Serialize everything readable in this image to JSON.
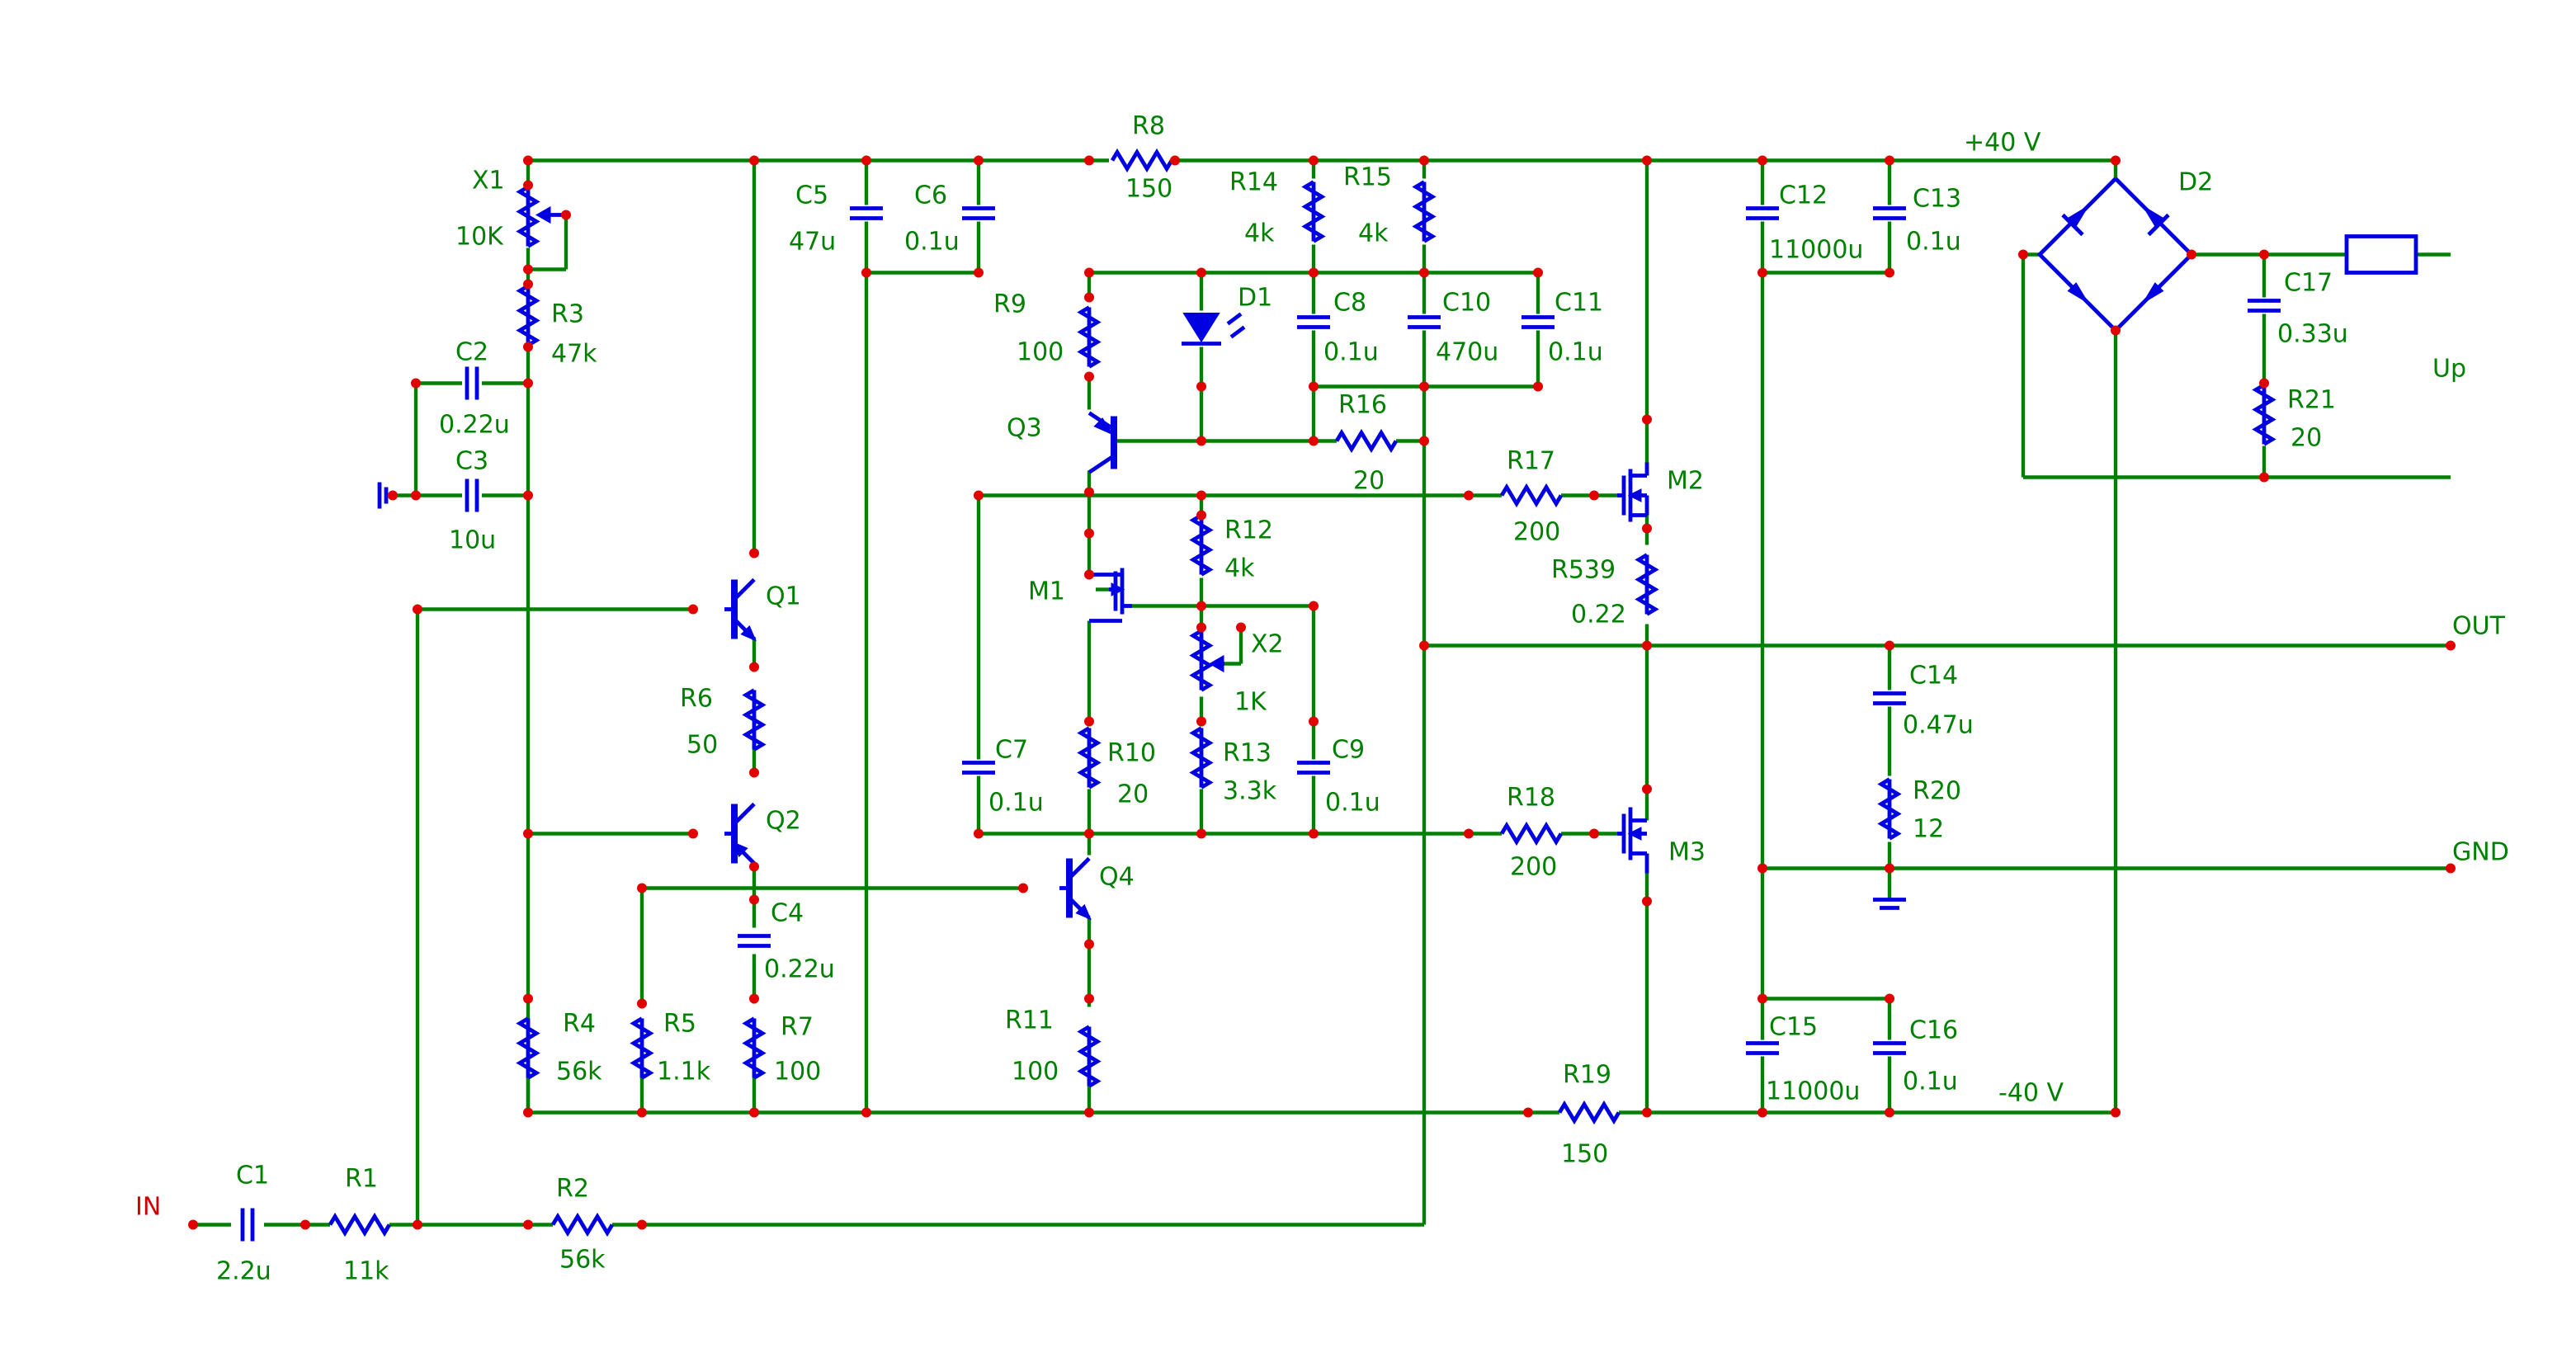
{
  "components": {
    "x1": {
      "ref": "X1",
      "value": "10K"
    },
    "r3": {
      "ref": "R3",
      "value": "47k"
    },
    "c2": {
      "ref": "C2",
      "value": "0.22u"
    },
    "c3": {
      "ref": "C3",
      "value": "10u"
    },
    "c5": {
      "ref": "C5",
      "value": "47u"
    },
    "c6": {
      "ref": "C6",
      "value": "0.1u"
    },
    "r8": {
      "ref": "R8",
      "value": "150"
    },
    "r14": {
      "ref": "R14",
      "value": "4k"
    },
    "r15": {
      "ref": "R15",
      "value": "4k"
    },
    "r9": {
      "ref": "R9",
      "value": "100"
    },
    "d1": {
      "ref": "D1"
    },
    "c8": {
      "ref": "C8",
      "value": "0.1u"
    },
    "c10": {
      "ref": "C10",
      "value": "470u"
    },
    "c11": {
      "ref": "C11",
      "value": "0.1u"
    },
    "q3": {
      "ref": "Q3"
    },
    "r16": {
      "ref": "R16",
      "value": "20"
    },
    "r17": {
      "ref": "R17",
      "value": "200"
    },
    "m2": {
      "ref": "M2"
    },
    "r539": {
      "ref": "R539",
      "value": "0.22"
    },
    "q1": {
      "ref": "Q1"
    },
    "r6": {
      "ref": "R6",
      "value": "50"
    },
    "q2": {
      "ref": "Q2"
    },
    "c4": {
      "ref": "C4",
      "value": "0.22u"
    },
    "m1": {
      "ref": "M1"
    },
    "r12": {
      "ref": "R12",
      "value": "4k"
    },
    "x2": {
      "ref": "X2",
      "value": "1K"
    },
    "c7": {
      "ref": "C7",
      "value": "0.1u"
    },
    "r10": {
      "ref": "R10",
      "value": "20"
    },
    "r13": {
      "ref": "R13",
      "value": "3.3k"
    },
    "c9": {
      "ref": "C9",
      "value": "0.1u"
    },
    "q4": {
      "ref": "Q4"
    },
    "r18": {
      "ref": "R18",
      "value": "200"
    },
    "m3": {
      "ref": "M3"
    },
    "r4": {
      "ref": "R4",
      "value": "56k"
    },
    "r5": {
      "ref": "R5",
      "value": "1.1k"
    },
    "r7": {
      "ref": "R7",
      "value": "100"
    },
    "r11": {
      "ref": "R11",
      "value": "100"
    },
    "r19": {
      "ref": "R19",
      "value": "150"
    },
    "c1": {
      "ref": "C1",
      "value": "2.2u"
    },
    "r1": {
      "ref": "R1",
      "value": "11k"
    },
    "r2": {
      "ref": "R2",
      "value": "56k"
    },
    "c12": {
      "ref": "C12",
      "value": "11000u"
    },
    "c13": {
      "ref": "C13",
      "value": "0.1u"
    },
    "c14": {
      "ref": "C14",
      "value": "0.47u"
    },
    "r20": {
      "ref": "R20",
      "value": "12"
    },
    "c15": {
      "ref": "C15",
      "value": "11000u"
    },
    "c16": {
      "ref": "C16",
      "value": "0.1u"
    },
    "d2": {
      "ref": "D2"
    },
    "c17": {
      "ref": "C17",
      "value": "0.33u"
    },
    "r21": {
      "ref": "R21",
      "value": "20"
    }
  },
  "nets": {
    "in": "IN",
    "out": "OUT",
    "gnd": "GND",
    "up": "Up",
    "vpos": "+40 V",
    "vneg": "-40 V"
  },
  "colors": {
    "wire": "#008000",
    "component": "#0000e0",
    "junction": "#e00000",
    "label": "#008000",
    "in_label": "#cc0000"
  }
}
